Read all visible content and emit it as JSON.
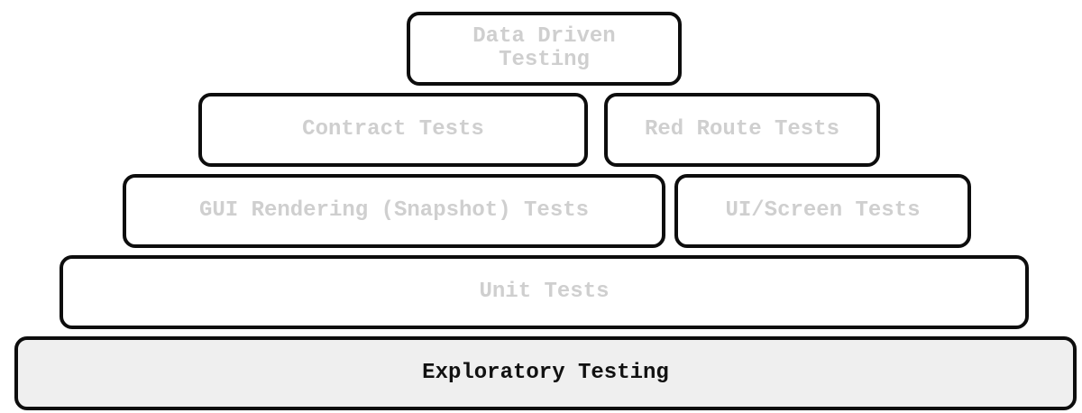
{
  "diagram": {
    "tiers": [
      {
        "items": [
          {
            "label": "Data Driven\nTesting"
          }
        ]
      },
      {
        "items": [
          {
            "label": "Contract Tests"
          },
          {
            "label": "Red Route Tests"
          }
        ]
      },
      {
        "items": [
          {
            "label": "GUI Rendering (Snapshot) Tests"
          },
          {
            "label": "UI/Screen Tests"
          }
        ]
      },
      {
        "items": [
          {
            "label": "Unit Tests"
          }
        ]
      },
      {
        "items": [
          {
            "label": "Exploratory Testing"
          }
        ]
      }
    ],
    "colors": {
      "border": "#0d0d0d",
      "muted_text": "#cfcfcf",
      "base_fill": "#efefef",
      "base_text": "#111111"
    }
  }
}
